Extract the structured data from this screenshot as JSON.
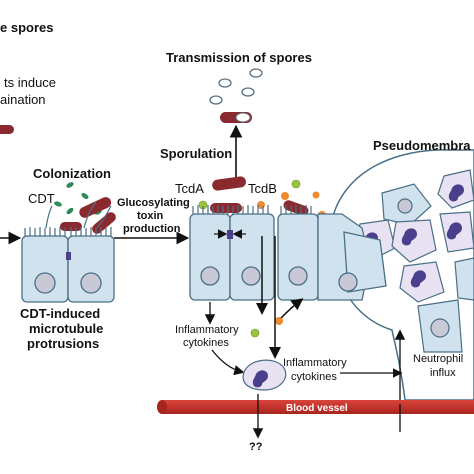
{
  "labels": {
    "spores_title": "e spores",
    "induce_line1": "ts induce",
    "induce_line2": "aination",
    "transmission": "Transmission of spores",
    "sporulation": "Sporulation",
    "pseudomembrane": "Pseudomembra",
    "colonization": "Colonization",
    "cdt": "CDT",
    "tcda": "TcdA",
    "tcdb": "TcdB",
    "glucosylating_1": "Glucosylating",
    "glucosylating_2": "toxin",
    "glucosylating_3": "production",
    "cdt_induced_1": "CDT-induced",
    "cdt_induced_2": "microtubule",
    "cdt_induced_3": "protrusions",
    "inflam_1_line1": "Inflammatory",
    "inflam_1_line2": "cytokines",
    "inflam_2_line1": "Inflammatory",
    "inflam_2_line2": "cytokines",
    "neutrophil_line1": "Neutrophil",
    "neutrophil_line2": "influx",
    "blood_vessel": "Blood vessel",
    "unknown": "??"
  },
  "colors": {
    "cell_fill": "#cfe2ee",
    "cell_stroke": "#4a6f86",
    "nucleus_fill": "#c9c9d6",
    "bacterium": "#8b2a2e",
    "cdt_toxin": "#2e8b57",
    "tcda_toxin": "#9ac43c",
    "tcdb_toxin": "#ee8a2c",
    "vessel": "#c0322c",
    "neutrophil": "#4a3f8c"
  }
}
